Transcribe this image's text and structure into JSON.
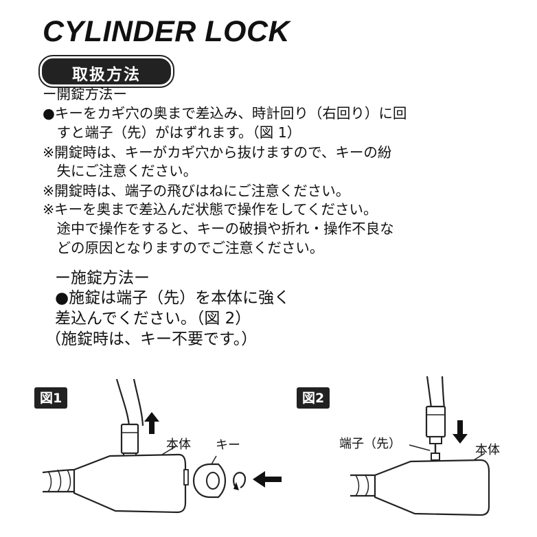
{
  "title": "CYLINDER LOCK",
  "section_badge": "取扱方法",
  "unlock": {
    "heading": "ー開錠方法ー",
    "lines": [
      "●キーをカギ穴の奥まで差込み、時計回り（右回り）に回",
      "　すと端子（先）がはずれます。（図 1）",
      "※開錠時は、キーがカギ穴から抜けますので、キーの紛",
      "　失にご注意ください。",
      "※開錠時は、端子の飛びはねにご注意ください。",
      "※キーを奥まで差込んだ状態で操作をしてください。",
      "　途中で操作をすると、キーの破損や折れ・操作不良な",
      "　どの原因となりますのでご注意ください。"
    ]
  },
  "lock": {
    "heading": "ー施錠方法ー",
    "lines": [
      "●施錠は端子（先）を本体に強く",
      "差込んでください。（図 2）",
      "（施錠時は、キー不要です。）"
    ]
  },
  "figure1": {
    "label": "図1",
    "body_label": "本体",
    "key_label": "キー"
  },
  "figure2": {
    "label": "図2",
    "terminal_label": "端子（先）",
    "body_label": "本体"
  }
}
